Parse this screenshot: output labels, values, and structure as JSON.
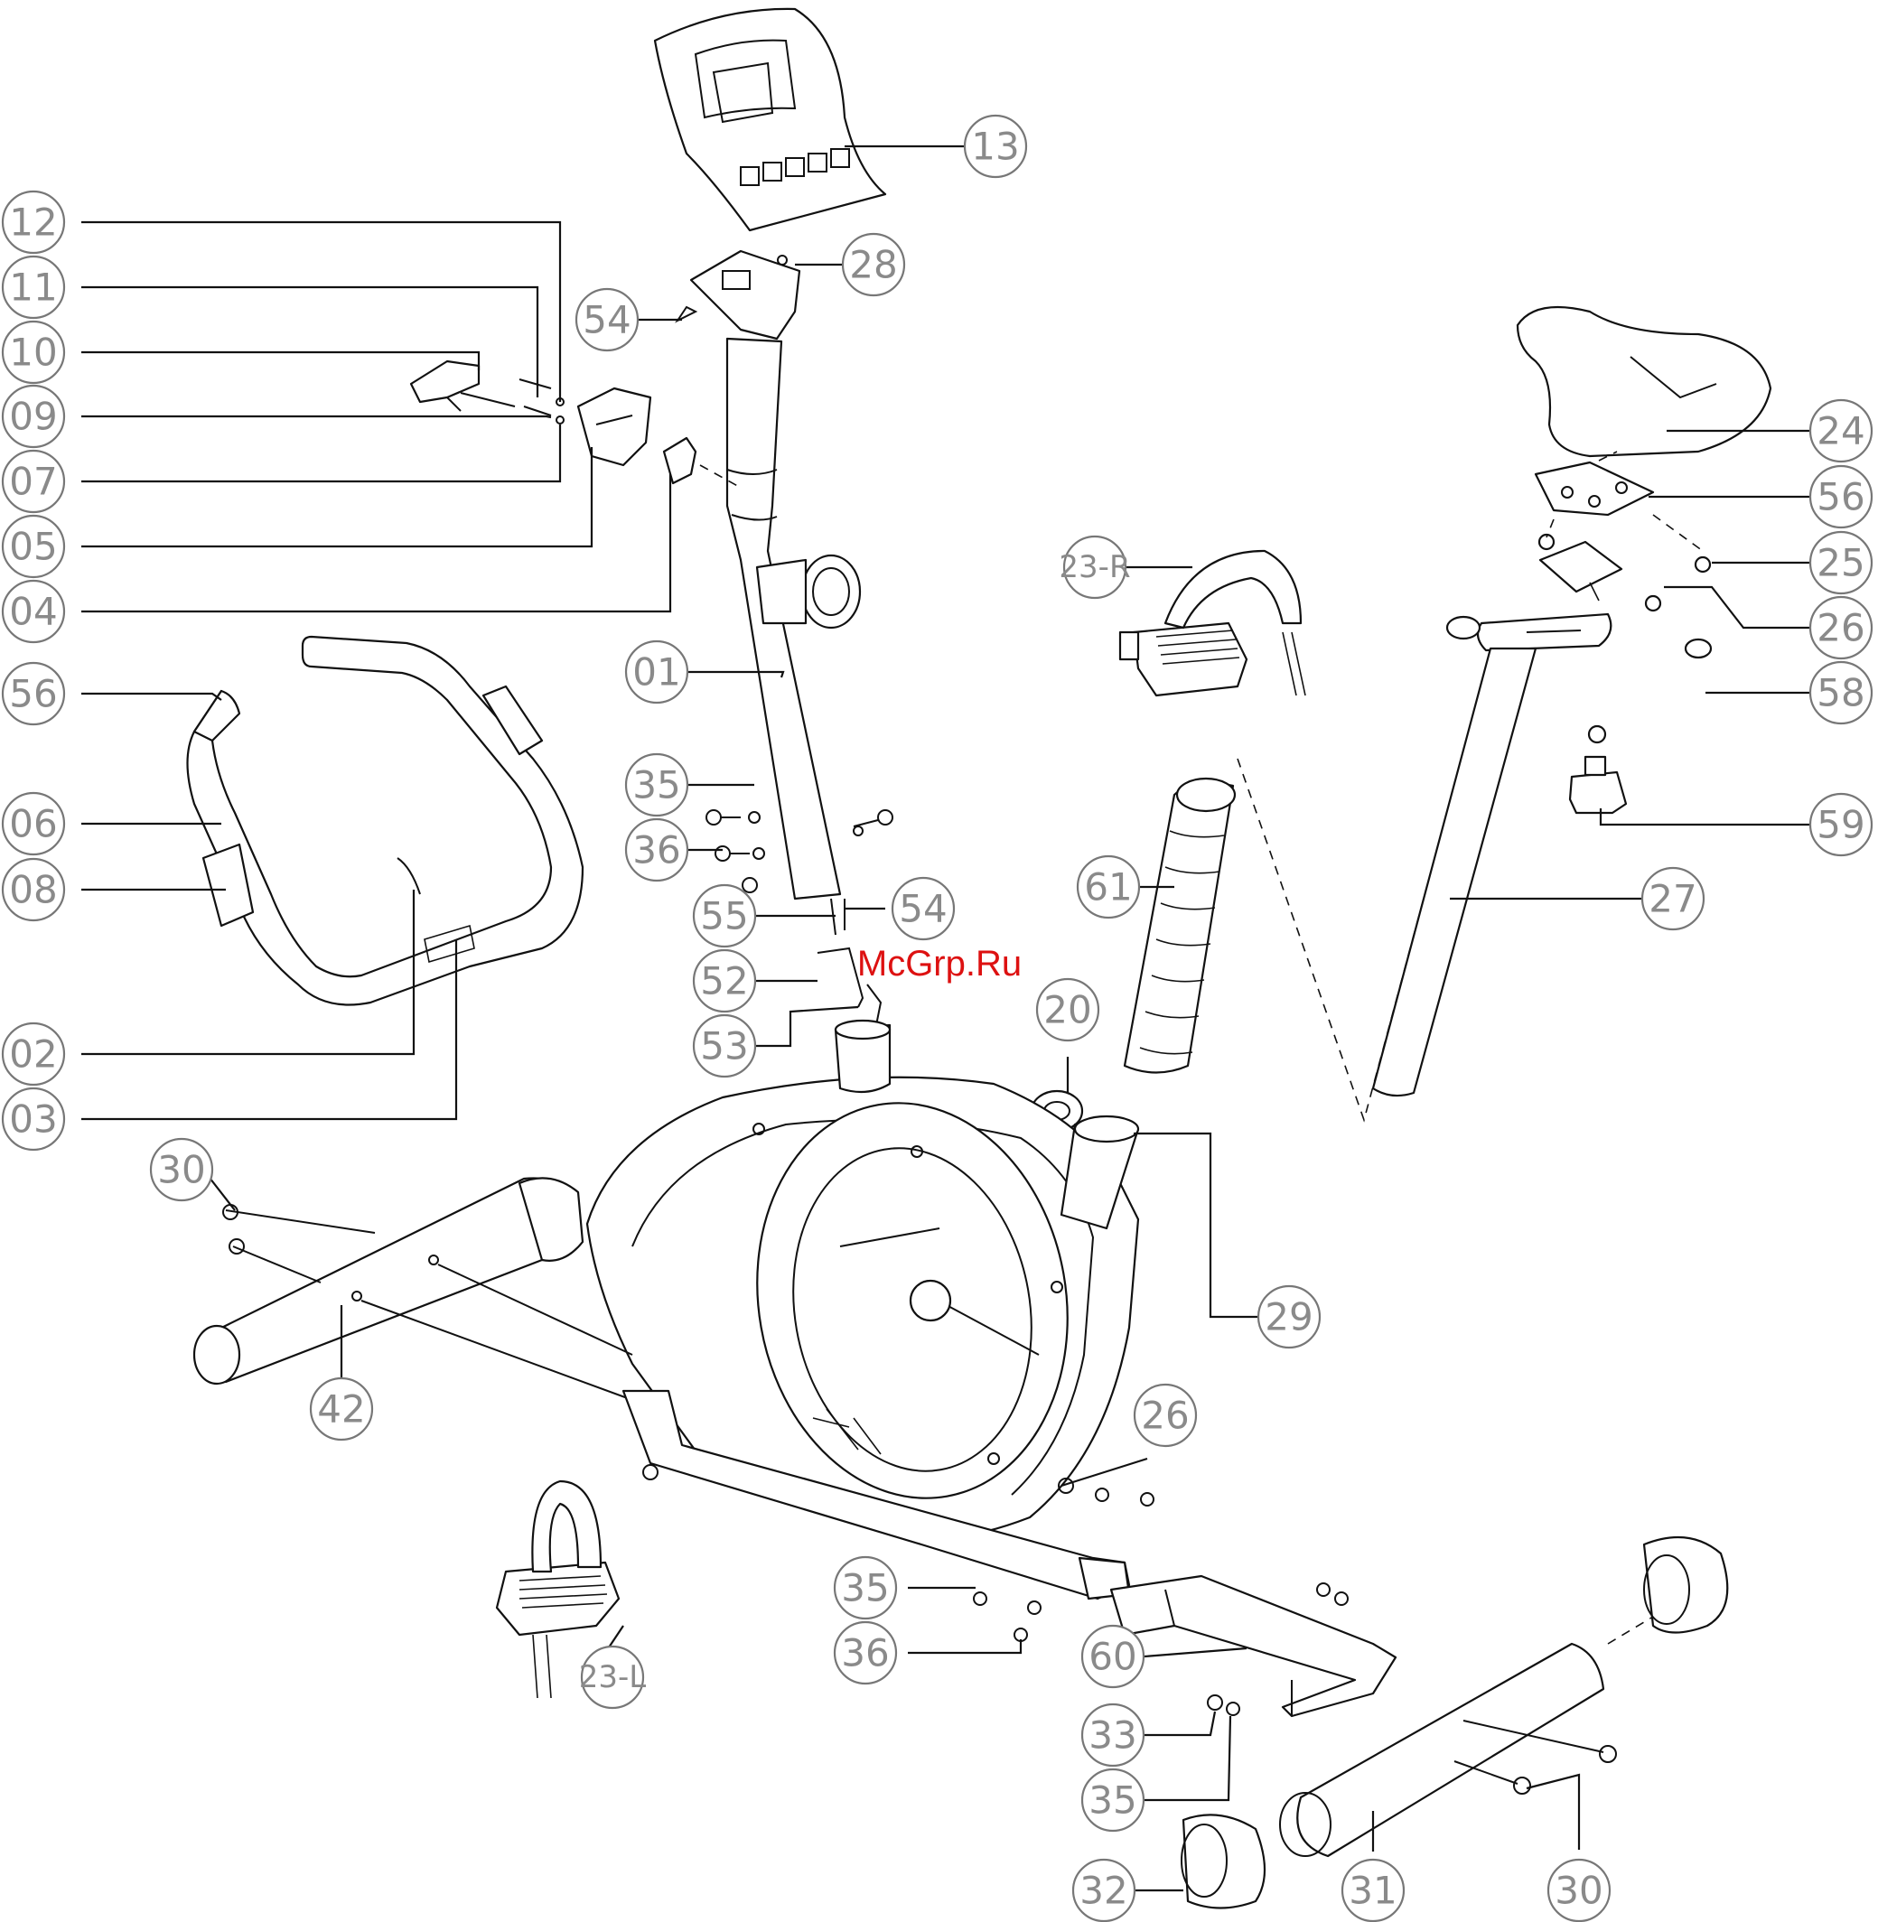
{
  "watermark": "McGrp.Ru",
  "callouts": [
    {
      "id": "c13",
      "label": "13"
    },
    {
      "id": "c28",
      "label": "28"
    },
    {
      "id": "c54a",
      "label": "54"
    },
    {
      "id": "c12",
      "label": "12"
    },
    {
      "id": "c11",
      "label": "11"
    },
    {
      "id": "c10",
      "label": "10"
    },
    {
      "id": "c09",
      "label": "09"
    },
    {
      "id": "c07",
      "label": "07"
    },
    {
      "id": "c05",
      "label": "05"
    },
    {
      "id": "c04",
      "label": "04"
    },
    {
      "id": "c56a",
      "label": "56"
    },
    {
      "id": "c06",
      "label": "06"
    },
    {
      "id": "c08",
      "label": "08"
    },
    {
      "id": "c02",
      "label": "02"
    },
    {
      "id": "c03",
      "label": "03"
    },
    {
      "id": "c01",
      "label": "01"
    },
    {
      "id": "c35a",
      "label": "35"
    },
    {
      "id": "c36a",
      "label": "36"
    },
    {
      "id": "c55",
      "label": "55"
    },
    {
      "id": "c54b",
      "label": "54"
    },
    {
      "id": "c52",
      "label": "52"
    },
    {
      "id": "c53",
      "label": "53"
    },
    {
      "id": "c23r",
      "label": "23-R"
    },
    {
      "id": "c24",
      "label": "24"
    },
    {
      "id": "c56b",
      "label": "56"
    },
    {
      "id": "c25",
      "label": "25"
    },
    {
      "id": "c26a",
      "label": "26"
    },
    {
      "id": "c58",
      "label": "58"
    },
    {
      "id": "c59",
      "label": "59"
    },
    {
      "id": "c27",
      "label": "27"
    },
    {
      "id": "c61",
      "label": "61"
    },
    {
      "id": "c20",
      "label": "20"
    },
    {
      "id": "c29",
      "label": "29"
    },
    {
      "id": "c30a",
      "label": "30"
    },
    {
      "id": "c42",
      "label": "42"
    },
    {
      "id": "c26b",
      "label": "26"
    },
    {
      "id": "c35b",
      "label": "35"
    },
    {
      "id": "c36b",
      "label": "36"
    },
    {
      "id": "c23l",
      "label": "23-L"
    },
    {
      "id": "c60",
      "label": "60"
    },
    {
      "id": "c33",
      "label": "33"
    },
    {
      "id": "c35c",
      "label": "35"
    },
    {
      "id": "c32",
      "label": "32"
    },
    {
      "id": "c31",
      "label": "31"
    },
    {
      "id": "c30b",
      "label": "30"
    }
  ]
}
